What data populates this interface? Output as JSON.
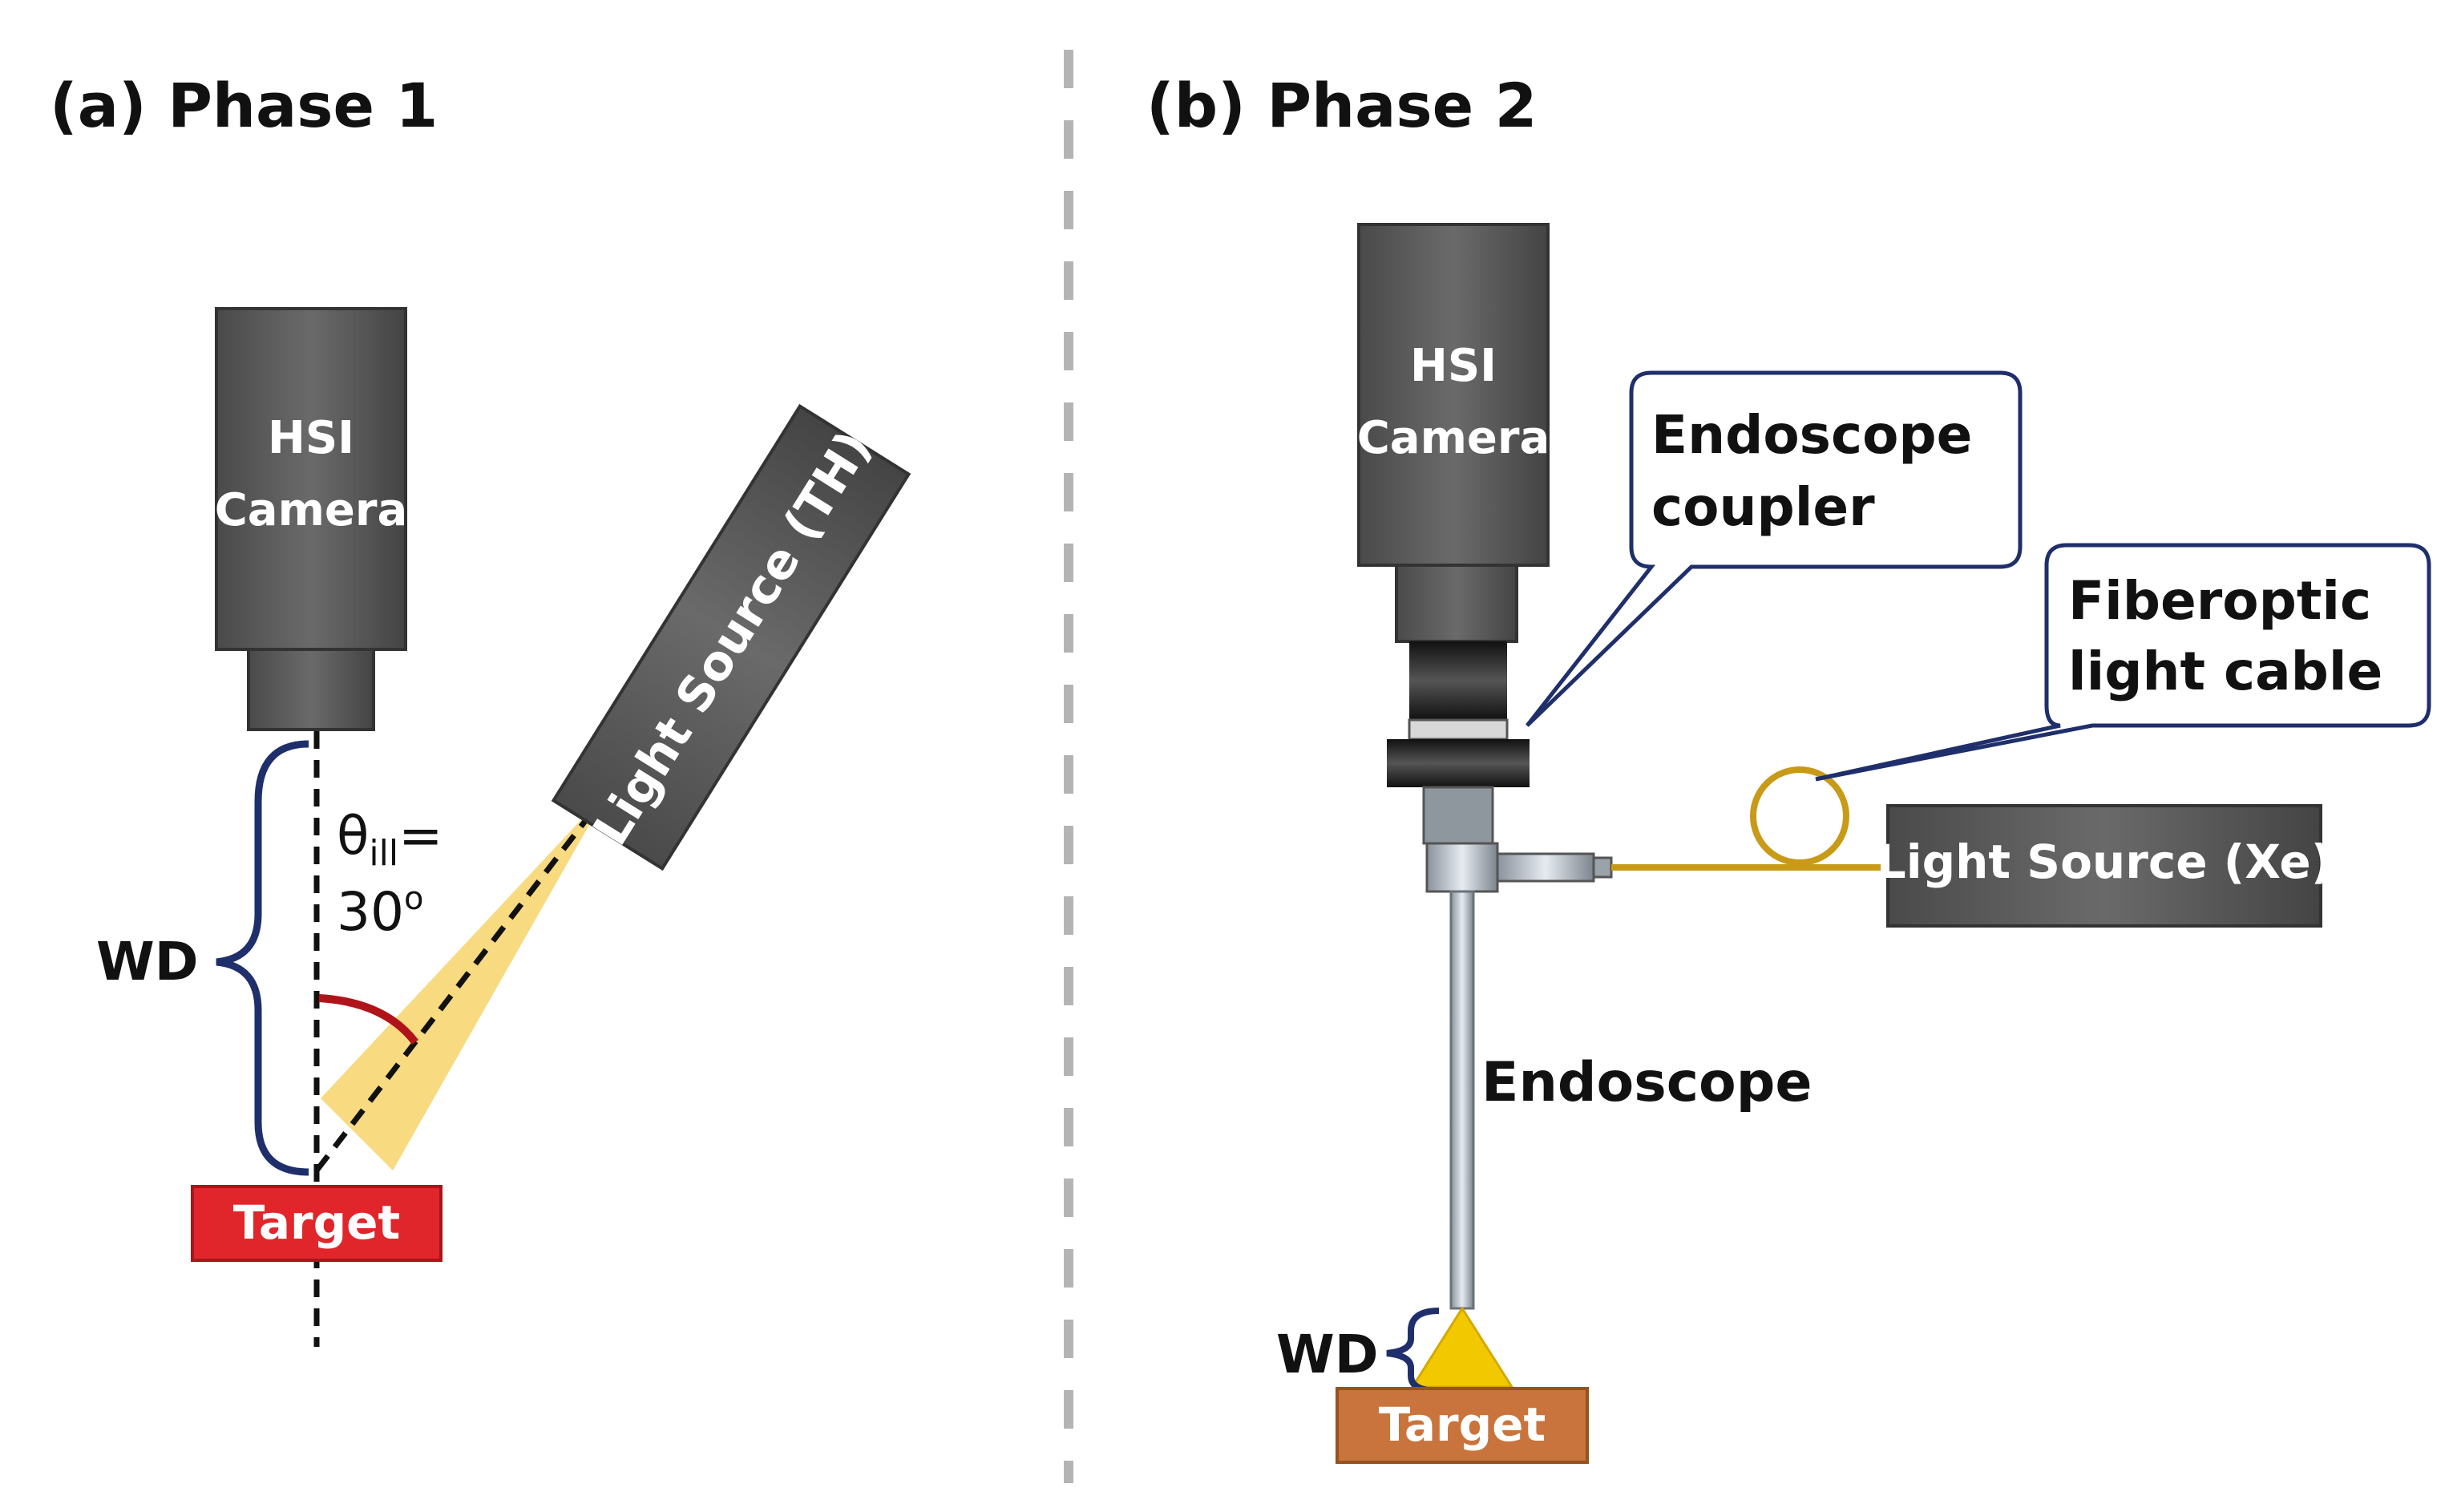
{
  "panel_a": {
    "title": "(a) Phase 1",
    "camera_line1": "HSI",
    "camera_line2": "Camera",
    "light_source": "Light Source (TH)",
    "angle_theta": "θ",
    "angle_sub": "ill",
    "angle_eq": "=",
    "angle_value": "30",
    "angle_deg": "o",
    "wd_label": "WD",
    "target_label": "Target"
  },
  "panel_b": {
    "title": "(b) Phase 2",
    "camera_line1": "HSI",
    "camera_line2": "Camera",
    "callout_coupler_line1": "Endoscope",
    "callout_coupler_line2": "coupler",
    "callout_cable_line1": "Fiberoptic",
    "callout_cable_line2": "light cable",
    "light_source": "Light Source (Xe)",
    "endoscope_label": "Endoscope",
    "wd_label": "WD",
    "target_label": "Target"
  },
  "colors": {
    "camera_body": "#555555",
    "target_a": "#e0262b",
    "target_b": "#c8743c",
    "brace": "#1f2f6b",
    "angle_arc": "#b0141a",
    "light_beam": "#f7d36a",
    "cable": "#c89a18",
    "endoscope_tip": "#f2c800"
  }
}
